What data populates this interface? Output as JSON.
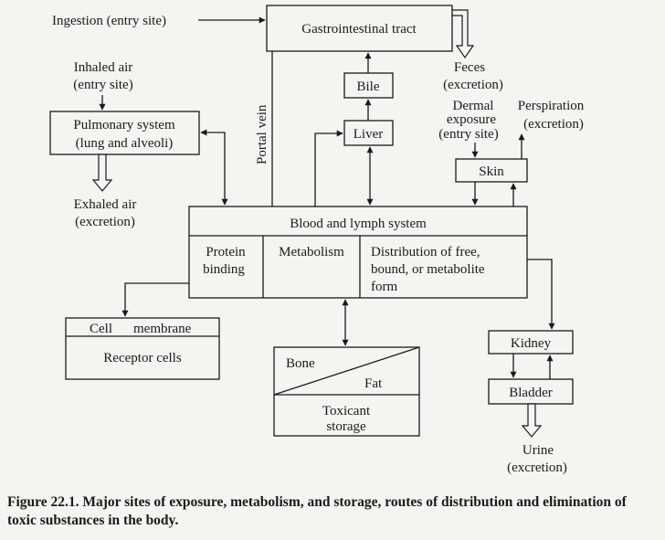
{
  "diagram": {
    "ingestion": "Ingestion (entry site)",
    "gi_tract": "Gastrointestinal tract",
    "feces_1": "Feces",
    "feces_2": "(excretion)",
    "inhaled_1": "Inhaled air",
    "inhaled_2": "(entry site)",
    "pulmonary_1": "Pulmonary system",
    "pulmonary_2": "(lung and alveoli)",
    "exhaled_1": "Exhaled air",
    "exhaled_2": "(excretion)",
    "portal_vein": "Portal vein",
    "bile": "Bile",
    "liver": "Liver",
    "dermal_1": "Dermal",
    "dermal_2": "exposure",
    "dermal_3": "(entry site)",
    "perspiration_1": "Perspiration",
    "perspiration_2": "(excretion)",
    "skin": "Skin",
    "blood_lymph": "Blood and lymph system",
    "protein_1": "Protein",
    "protein_2": "binding",
    "metabolism": "Metabolism",
    "distribution_1": "Distribution of free,",
    "distribution_2": "bound, or metabolite",
    "distribution_3": "form",
    "cell": "Cell",
    "membrane": "membrane",
    "receptor": "Receptor cells",
    "bone": "Bone",
    "fat": "Fat",
    "toxicant_1": "Toxicant",
    "toxicant_2": "storage",
    "kidney": "Kidney",
    "bladder": "Bladder",
    "urine_1": "Urine",
    "urine_2": "(excretion)"
  },
  "caption": "Figure 22.1. Major sites of exposure, metabolism, and storage, routes of distribution and elimination of toxic substances in the body."
}
